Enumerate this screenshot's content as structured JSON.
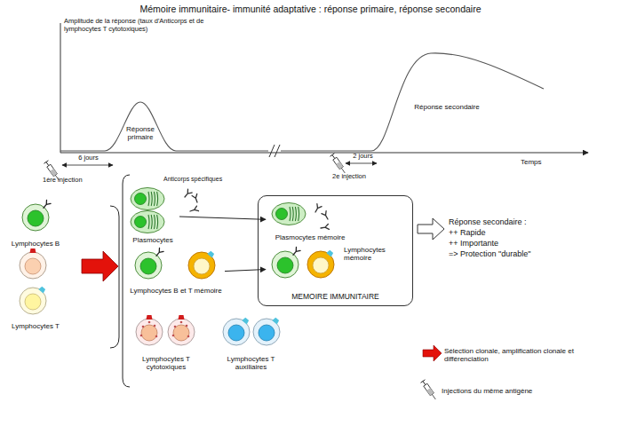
{
  "diagram": {
    "title": "Mémoire immunitaire- immunité adaptative : réponse primaire, réponse secondaire",
    "nodes": [
      {
        "text": [
          "Lymphocytes B"
        ]
      },
      {
        "text": [
          "Lymphocytes T"
        ]
      },
      {
        "text": [
          "Plasmocytes"
        ]
      },
      {
        "text": [
          "Lymphocytes B et T mémoire"
        ]
      },
      {
        "text": [
          "Lymphocytes T cytotoxiques"
        ]
      },
      {
        "text": [
          "Lymphocytes T auxiliaires"
        ]
      },
      {
        "text": [
          "MEMOIRE IMMUNITAIRE"
        ]
      },
      {
        "text": [
          "Plasmocytes mémoire"
        ],
        "in": 6
      },
      {
        "text": [
          "Lymphocytes mémoire"
        ],
        "in": 6
      }
    ],
    "edges": [
      {
        "from": 2,
        "to": 7,
        "arrow": "to"
      },
      {
        "from": 3,
        "to": 8,
        "arrow": "to"
      }
    ],
    "labels": [
      "Amplitude de la réponse (taux d'Anticorps et de lymphocytes T cytotoxiques)",
      "Réponse primaire",
      "Réponse secondaire",
      "Temps",
      "6 jours",
      "1ère injection",
      "2 jours",
      "2e injection",
      "Anticorps spécifiques",
      "Réponse secondaire :",
      "++ Rapide",
      "++ Importante",
      "=> Protection \"durable\""
    ],
    "legend": [
      {
        "text": "Sélection clonale, amplification clonale et différenciation"
      },
      {
        "text": "Injections du même antigène"
      }
    ]
  }
}
